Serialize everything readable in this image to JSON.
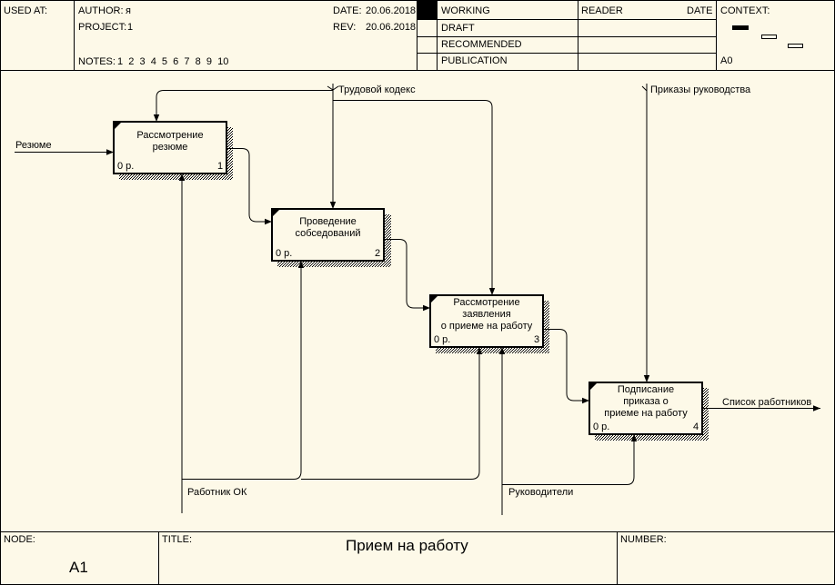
{
  "header": {
    "used_at_label": "USED AT:",
    "author_label": "AUTHOR:",
    "author_value": "я",
    "project_label": "PROJECT:",
    "project_value": "1",
    "notes_label": "NOTES:",
    "notes_numbers": "1  2  3  4  5  6  7  8  9  10",
    "date_label": "DATE:",
    "date_value": "20.06.2018",
    "rev_label": "REV:",
    "rev_value": "20.06.2018",
    "status_working": "WORKING",
    "status_draft": "DRAFT",
    "status_recommended": "RECOMMENDED",
    "status_publication": "PUBLICATION",
    "reader_label": "READER",
    "reader_date_label": "DATE",
    "context_label": "CONTEXT:",
    "context_node": "A0"
  },
  "diagram": {
    "boxes": [
      {
        "id": "box1",
        "title_line1": "Рассмотрение",
        "title_line2": "резюме",
        "title_line3": "",
        "cost": "0 р.",
        "number": "1"
      },
      {
        "id": "box2",
        "title_line1": "Проведение",
        "title_line2": "собседований",
        "title_line3": "",
        "cost": "0 р.",
        "number": "2"
      },
      {
        "id": "box3",
        "title_line1": "Рассмотрение",
        "title_line2": "заявления",
        "title_line3": "о приеме на работу",
        "cost": "0 р.",
        "number": "3"
      },
      {
        "id": "box4",
        "title_line1": "Подписание",
        "title_line2": "приказа о",
        "title_line3": "приеме на работу",
        "cost": "0 р.",
        "number": "4"
      }
    ],
    "arrows": {
      "input_resume": "Резюме",
      "control_labor_code": "Трудовой кодекс",
      "control_orders": "Приказы руководства",
      "output_staff_list": "Список работников",
      "mechanism_hr": "Работник ОК",
      "mechanism_management": "Руководители"
    }
  },
  "footer": {
    "node_label": "NODE:",
    "node_value": "A1",
    "title_label": "TITLE:",
    "title_value": "Прием на работу",
    "number_label": "NUMBER:"
  }
}
